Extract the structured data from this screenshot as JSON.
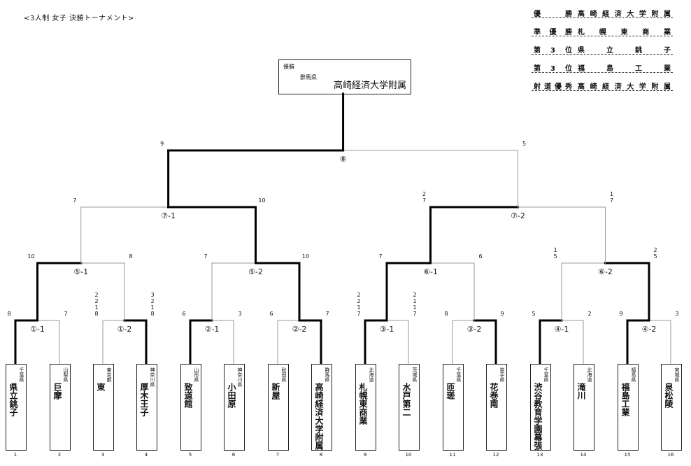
{
  "title": "<3人制 女子 決勝トーナメント>",
  "results": [
    {
      "label": "優勝",
      "school": "高崎経済大学附属"
    },
    {
      "label": "準優勝",
      "school": "札幌東商業"
    },
    {
      "label": "第3位",
      "school": "県立銚子"
    },
    {
      "label": "第3位",
      "school": "福島工業"
    },
    {
      "label": "射道優秀",
      "school": "高崎経済大学附属"
    }
  ],
  "champion_box": {
    "label": "優勝",
    "prefecture": "群馬県",
    "school": "高崎経済大学附属"
  },
  "teams": [
    {
      "num": "1",
      "pref": "千葉県",
      "name": "県立銚子"
    },
    {
      "num": "2",
      "pref": "山梨県",
      "name": "巨摩"
    },
    {
      "num": "3",
      "pref": "東京都",
      "name": "東"
    },
    {
      "num": "4",
      "pref": "神奈川県",
      "name": "厚木王子"
    },
    {
      "num": "5",
      "pref": "山形県",
      "name": "致道館"
    },
    {
      "num": "6",
      "pref": "神奈川県",
      "name": "小田原"
    },
    {
      "num": "7",
      "pref": "秋田県",
      "name": "新屋"
    },
    {
      "num": "8",
      "pref": "群馬県",
      "name": "高崎経済大学附属"
    },
    {
      "num": "9",
      "pref": "北海道",
      "name": "札幌東商業"
    },
    {
      "num": "10",
      "pref": "茨城県",
      "name": "水戸第二"
    },
    {
      "num": "11",
      "pref": "千葉県",
      "name": "匝瑳"
    },
    {
      "num": "12",
      "pref": "岩手県",
      "name": "花巻南"
    },
    {
      "num": "13",
      "pref": "千葉県",
      "name": "渋谷教育学園幕張"
    },
    {
      "num": "14",
      "pref": "北海道",
      "name": "滝川"
    },
    {
      "num": "15",
      "pref": "福島県",
      "name": "福島工業"
    },
    {
      "num": "16",
      "pref": "宮城県",
      "name": "泉松陵"
    }
  ],
  "matches": [
    {
      "id": "r1-1",
      "label": "①-1",
      "left_score": "8",
      "right_score": "7",
      "winner": "left"
    },
    {
      "id": "r1-2",
      "label": "①-2",
      "left_score": "2\n2\n1\n8",
      "right_score": "3\n2\n1\n8",
      "winner": "right"
    },
    {
      "id": "r1-3",
      "label": "②-1",
      "left_score": "6",
      "right_score": "3",
      "winner": "left"
    },
    {
      "id": "r1-4",
      "label": "②-2",
      "left_score": "6",
      "right_score": "7",
      "winner": "right"
    },
    {
      "id": "r1-5",
      "label": "③-1",
      "left_score": "2\n2\n1\n7",
      "right_score": "2\n1\n1\n7",
      "winner": "left"
    },
    {
      "id": "r1-6",
      "label": "③-2",
      "left_score": "8",
      "right_score": "9",
      "winner": "right"
    },
    {
      "id": "r1-7",
      "label": "④-1",
      "left_score": "5",
      "right_score": "2",
      "winner": "left"
    },
    {
      "id": "r1-8",
      "label": "④-2",
      "left_score": "9",
      "right_score": "3",
      "winner": "left"
    },
    {
      "id": "r2-1",
      "label": "⑤-1",
      "left_score": "10",
      "right_score": "8",
      "winner": "left"
    },
    {
      "id": "r2-2",
      "label": "⑤-2",
      "left_score": "7",
      "right_score": "10",
      "winner": "right"
    },
    {
      "id": "r2-3",
      "label": "⑥-1",
      "left_score": "7",
      "right_score": "6",
      "winner": "left"
    },
    {
      "id": "r2-4",
      "label": "⑥-2",
      "left_score": "1\n5",
      "right_score": "2\n5",
      "winner": "right"
    },
    {
      "id": "r3-1",
      "label": "⑦-1",
      "left_score": "7",
      "right_score": "10",
      "winner": "right"
    },
    {
      "id": "r3-2",
      "label": "⑦-2",
      "left_score": "2\n7",
      "right_score": "1\n7",
      "winner": "left"
    },
    {
      "id": "final",
      "label": "⑧",
      "left_score": "9",
      "right_score": "5",
      "winner": "left"
    }
  ]
}
